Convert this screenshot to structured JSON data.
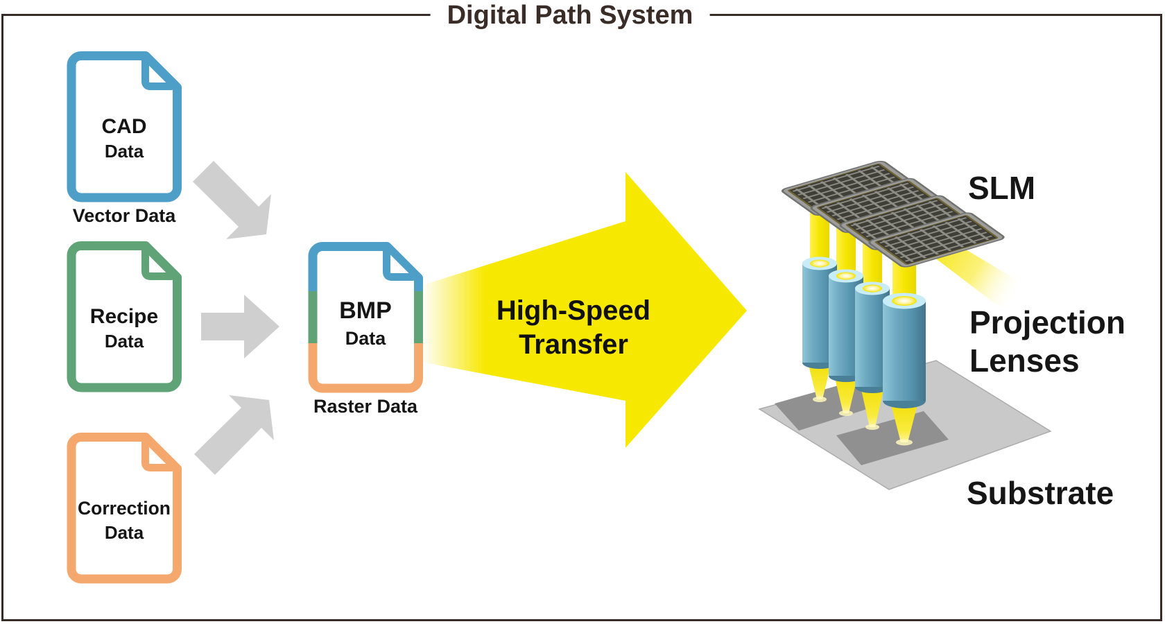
{
  "title": "Digital Path System",
  "sources": [
    {
      "name": "CAD",
      "type": "Data",
      "caption": "Vector Data"
    },
    {
      "name": "Recipe",
      "type": "Data"
    },
    {
      "name": "Correction",
      "type": "Data"
    }
  ],
  "merged": {
    "name": "BMP",
    "type": "Data",
    "caption": "Raster Data"
  },
  "transfer": {
    "line1": "High-Speed",
    "line2": "Transfer"
  },
  "output": {
    "slm": "SLM",
    "lenses_line1": "Projection",
    "lenses_line2": "Lenses",
    "substrate": "Substrate"
  },
  "colors": {
    "cad_blue": "#4E9FC7",
    "recipe_green": "#5FA377",
    "correction_orange": "#F4A86D",
    "transfer_yellow": "#F7E800",
    "flow_arrow_gray": "#CFCFCF",
    "lens_teal": "#5F9FB7",
    "slm_panel_gray": "#9D9D9B",
    "substrate_gray": "#C9C9C9",
    "frame_dark": "#362B26"
  }
}
